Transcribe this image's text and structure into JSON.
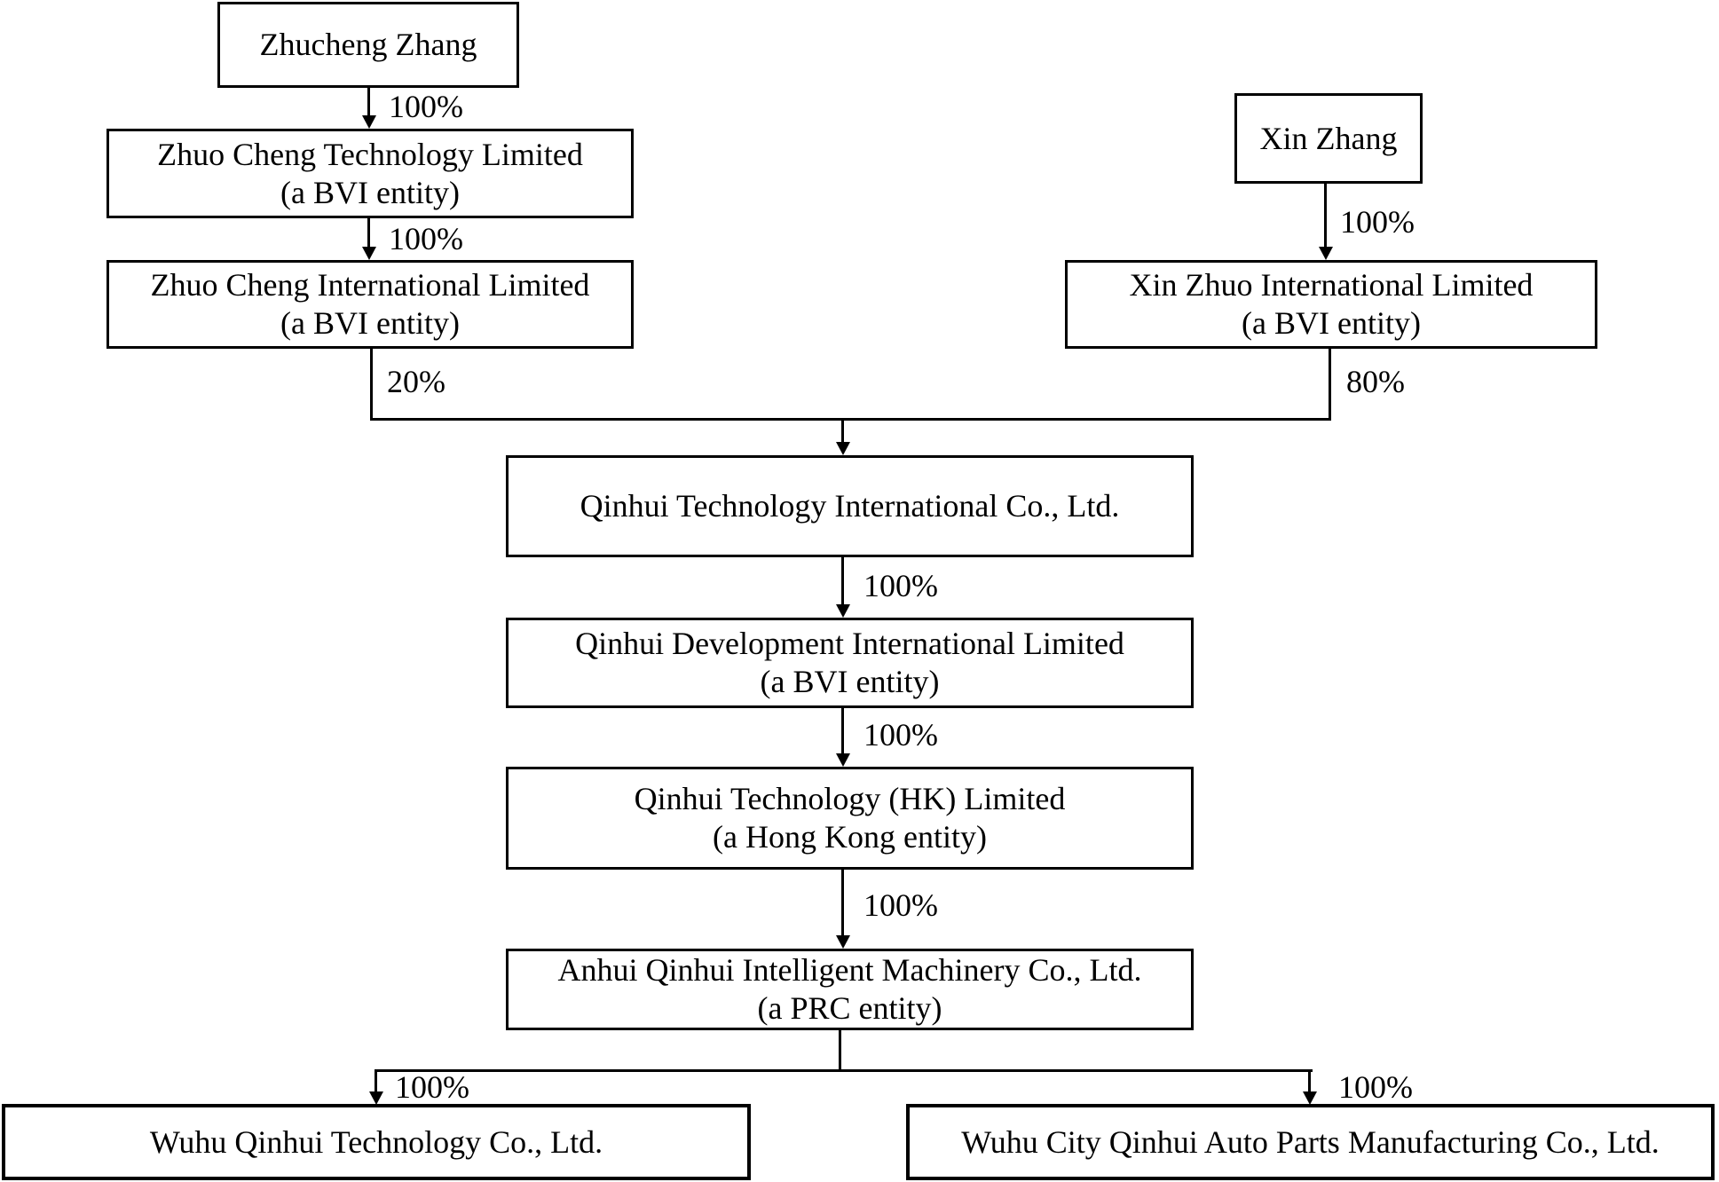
{
  "diagram": {
    "type": "corporate-ownership-structure",
    "colors": {
      "ink": "#000000",
      "background": "#ffffff"
    },
    "nodes": {
      "zhucheng_zhang": {
        "name": "Zhucheng Zhang"
      },
      "zhuo_cheng_technology": {
        "name": "Zhuo Cheng Technology Limited",
        "subtitle": "(a BVI entity)"
      },
      "zhuo_cheng_international": {
        "name": "Zhuo Cheng International Limited",
        "subtitle": "(a BVI entity)"
      },
      "xin_zhang": {
        "name": "Xin Zhang"
      },
      "xin_zhuo_international": {
        "name": "Xin Zhuo International Limited",
        "subtitle": "(a BVI entity)"
      },
      "qinhui_technology_international": {
        "name": "Qinhui Technology International Co., Ltd."
      },
      "qinhui_development_international": {
        "name": "Qinhui Development International Limited",
        "subtitle": "(a BVI entity)"
      },
      "qinhui_technology_hk": {
        "name": "Qinhui Technology (HK) Limited",
        "subtitle": "(a Hong Kong entity)"
      },
      "anhui_qinhui_intelligent_machinery": {
        "name": "Anhui Qinhui Intelligent Machinery Co., Ltd.",
        "subtitle": "(a PRC entity)"
      },
      "wuhu_qinhui_technology": {
        "name": "Wuhu Qinhui Technology Co., Ltd."
      },
      "wuhu_city_qinhui_auto_parts": {
        "name": "Wuhu City Qinhui Auto Parts Manufacturing Co., Ltd."
      }
    },
    "ownership_labels": {
      "zhucheng_to_zhuo_cheng_technology": "100%",
      "zhuo_cheng_technology_to_international": "100%",
      "xin_zhang_to_xin_zhuo": "100%",
      "zhuo_cheng_international_to_qinhui": "20%",
      "xin_zhuo_to_qinhui": "80%",
      "qinhui_to_development": "100%",
      "development_to_hk": "100%",
      "hk_to_anhui": "100%",
      "anhui_to_wuhu_technology": "100%",
      "anhui_to_wuhu_auto_parts": "100%"
    }
  }
}
